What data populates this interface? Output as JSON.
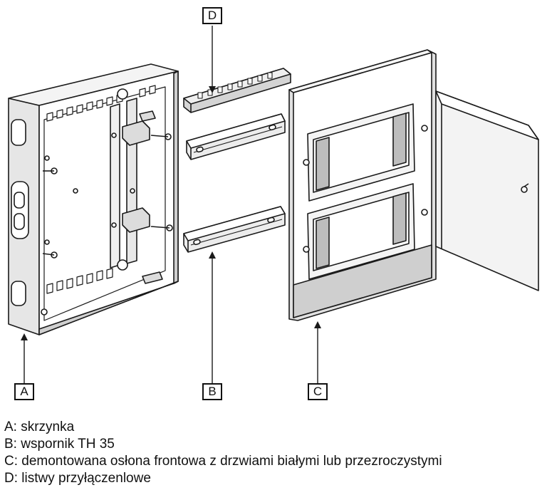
{
  "labels": {
    "a": "A",
    "b": "B",
    "c": "C",
    "d": "D"
  },
  "legend": [
    "A: skrzynka",
    "B: wspornik TH 35",
    "C: demontowana osłona frontowa z drzwiami białymi lub przezroczystymi",
    "D: listwy przyłączenlowe"
  ],
  "colors": {
    "line": "#1a1a1a",
    "fill_light": "#f2f2f2",
    "fill_mid": "#d9d9d9",
    "fill_dark": "#9e9e9e"
  }
}
